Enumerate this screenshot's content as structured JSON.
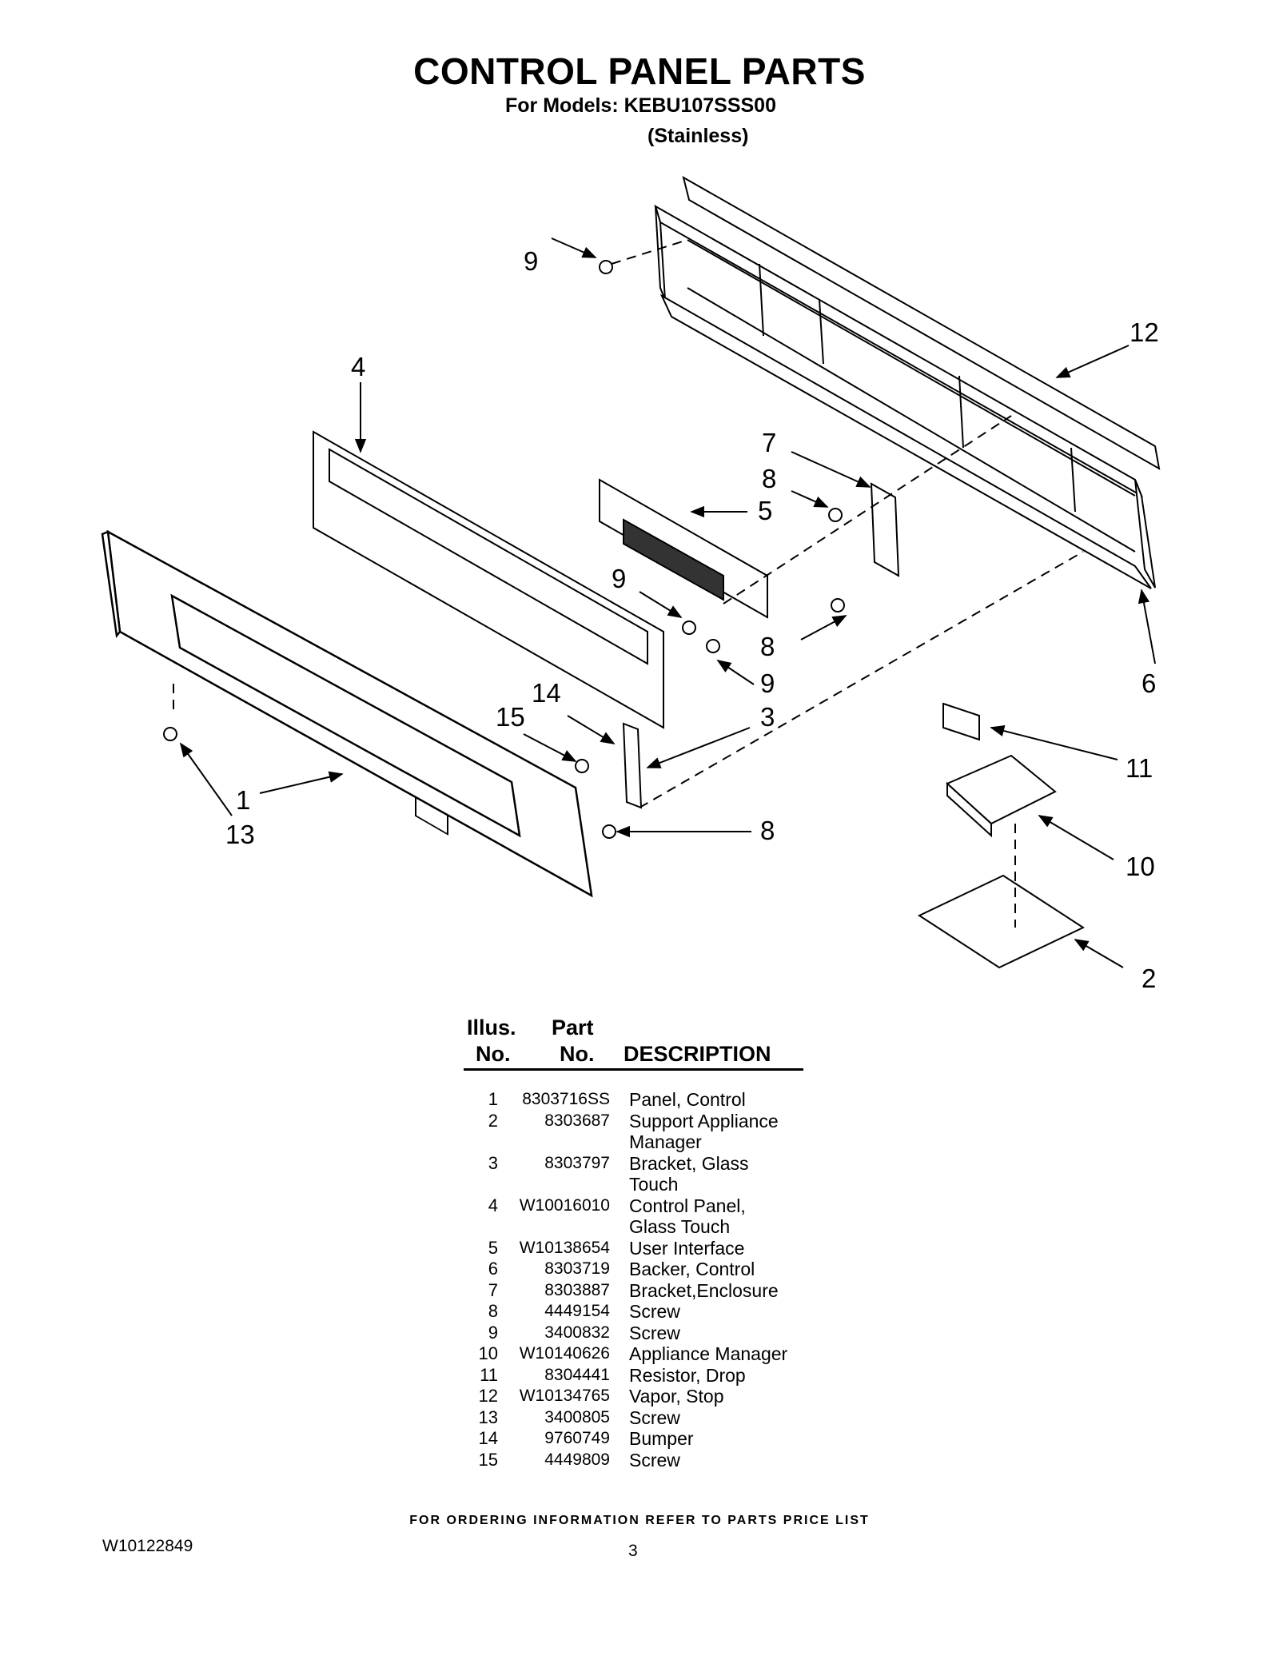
{
  "header": {
    "title": "CONTROL PANEL PARTS",
    "models": "For Models: KEBU107SSS00",
    "finish": "(Stainless)"
  },
  "callouts": [
    "9",
    "12",
    "4",
    "7",
    "8",
    "5",
    "9",
    "8",
    "9",
    "6",
    "14",
    "15",
    "3",
    "11",
    "1",
    "13",
    "8",
    "10",
    "2"
  ],
  "table": {
    "headers": {
      "illus_line1": "Illus.",
      "illus_line2": "No.",
      "part_line1": "Part",
      "part_line2": "No.",
      "description": "DESCRIPTION"
    },
    "rows": [
      {
        "no": "1",
        "part": "8303716SS",
        "desc": [
          "Panel, Control"
        ]
      },
      {
        "no": "2",
        "part": "8303687",
        "desc": [
          "Support Appliance",
          "Manager"
        ]
      },
      {
        "no": "3",
        "part": "8303797",
        "desc": [
          "Bracket, Glass",
          "Touch"
        ]
      },
      {
        "no": "4",
        "part": "W10016010",
        "desc": [
          "Control Panel,",
          "Glass Touch"
        ]
      },
      {
        "no": "5",
        "part": "W10138654",
        "desc": [
          "User Interface"
        ]
      },
      {
        "no": "6",
        "part": "8303719",
        "desc": [
          "Backer, Control"
        ]
      },
      {
        "no": "7",
        "part": "8303887",
        "desc": [
          "Bracket,Enclosure"
        ]
      },
      {
        "no": "8",
        "part": "4449154",
        "desc": [
          "Screw"
        ]
      },
      {
        "no": "9",
        "part": "3400832",
        "desc": [
          "Screw"
        ]
      },
      {
        "no": "10",
        "part": "W10140626",
        "desc": [
          "Appliance Manager"
        ]
      },
      {
        "no": "11",
        "part": "8304441",
        "desc": [
          "Resistor, Drop"
        ]
      },
      {
        "no": "12",
        "part": "W10134765",
        "desc": [
          "Vapor, Stop"
        ]
      },
      {
        "no": "13",
        "part": "3400805",
        "desc": [
          "Screw"
        ]
      },
      {
        "no": "14",
        "part": "9760749",
        "desc": [
          "Bumper"
        ]
      },
      {
        "no": "15",
        "part": "4449809",
        "desc": [
          "Screw"
        ]
      }
    ]
  },
  "footer": {
    "ordering_note": "FOR ORDERING INFORMATION REFER TO PARTS PRICE LIST",
    "document_number": "W10122849",
    "page_number": "3"
  }
}
